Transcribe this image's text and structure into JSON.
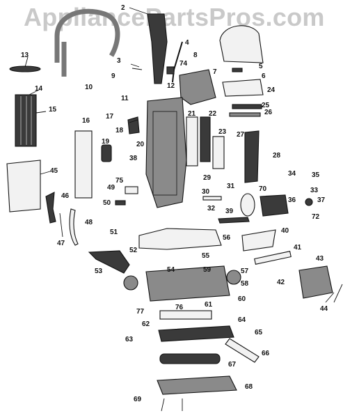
{
  "watermark": "AppliancePartsPros.com",
  "callouts": [
    "2",
    "3",
    "4",
    "5",
    "6",
    "7",
    "8",
    "9",
    "10",
    "11",
    "12",
    "13",
    "14",
    "15",
    "16",
    "17",
    "18",
    "19",
    "20",
    "21",
    "22",
    "23",
    "24",
    "25",
    "26",
    "27",
    "28",
    "29",
    "30",
    "31",
    "32",
    "33",
    "34",
    "35",
    "36",
    "37",
    "38",
    "39",
    "40",
    "41",
    "42",
    "43",
    "44",
    "45",
    "46",
    "47",
    "48",
    "49",
    "50",
    "51",
    "52",
    "53",
    "54",
    "55",
    "56",
    "57",
    "58",
    "59",
    "60",
    "61",
    "62",
    "63",
    "64",
    "65",
    "66",
    "67",
    "68",
    "69",
    "70",
    "72",
    "74",
    "75",
    "76",
    "77"
  ],
  "colors": {
    "line": "#111111",
    "watermark": "#c9c9c9",
    "fill": "#d8d8d8"
  }
}
